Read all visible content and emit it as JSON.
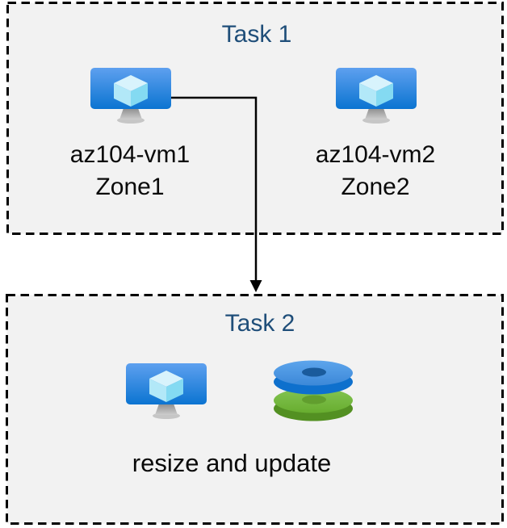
{
  "task1": {
    "title": "Task 1",
    "vm1": {
      "name": "az104-vm1",
      "zone": "Zone1"
    },
    "vm2": {
      "name": "az104-vm2",
      "zone": "Zone2"
    }
  },
  "task2": {
    "title": "Task 2",
    "caption": "resize and update"
  },
  "icons": {
    "vm": "azure-virtual-machine-icon",
    "disks": "azure-disk-stack-icon",
    "arrow": "down-arrow-connector"
  },
  "colors": {
    "box_fill": "#f2f2f2",
    "box_border": "#000000",
    "title_text": "#1f4e79",
    "label_text": "#0a0a0a",
    "vm_screen_top": "#5ea0ef",
    "vm_screen_bottom": "#0078d4",
    "disk_blue_face": "#4b95e1",
    "disk_blue_side": "#0e70cd",
    "disk_green_face": "#75ba40",
    "disk_green_side": "#539022"
  }
}
